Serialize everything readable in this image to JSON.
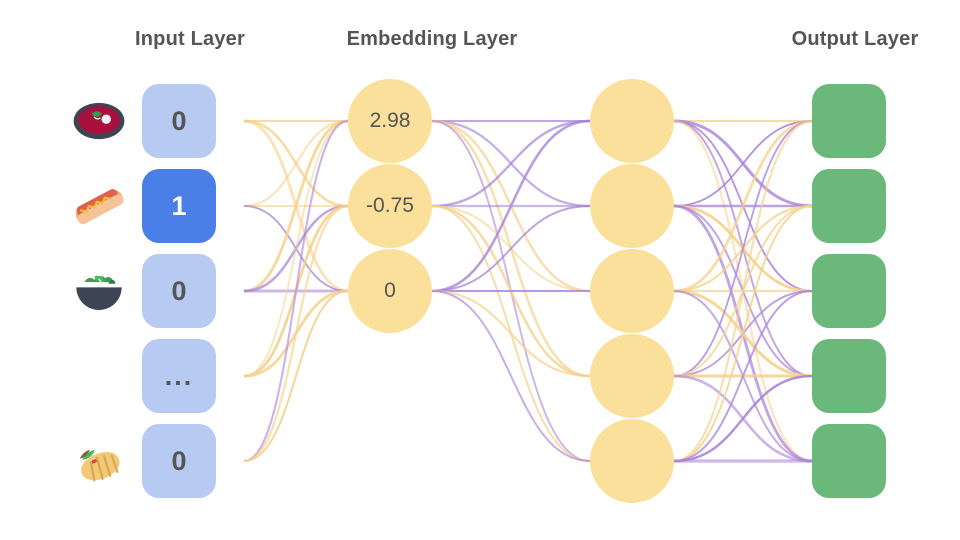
{
  "titles": {
    "input": "Input Layer",
    "embedding": "Embedding Layer",
    "output": "Output Layer"
  },
  "colors": {
    "input_box": "#b6caf2",
    "input_box_active": "#4a7fe8",
    "node_circle": "#fae09b",
    "output_box": "#6ab97a",
    "edge_purple": "#a883d8",
    "edge_yellow": "#f5d08a",
    "text": "#555555",
    "background": "#ffffff"
  },
  "input_layer": {
    "rows": [
      {
        "icon": "beet-soup-bowl-icon",
        "value": "0",
        "active": false
      },
      {
        "icon": "hot-dog-icon",
        "value": "1",
        "active": true
      },
      {
        "icon": "green-salad-bowl-icon",
        "value": "0",
        "active": false
      },
      {
        "icon": "",
        "value": "...",
        "active": false
      },
      {
        "icon": "burrito-icon",
        "value": "0",
        "active": false
      }
    ]
  },
  "embedding_layer": {
    "nodes": [
      {
        "value": "2.98"
      },
      {
        "value": "-0.75"
      },
      {
        "value": "0"
      }
    ]
  },
  "hidden_layer": {
    "nodes": [
      {
        "value": ""
      },
      {
        "value": ""
      },
      {
        "value": ""
      },
      {
        "value": ""
      },
      {
        "value": ""
      }
    ]
  },
  "output_layer": {
    "nodes": [
      {
        "value": ""
      },
      {
        "value": ""
      },
      {
        "value": ""
      },
      {
        "value": ""
      },
      {
        "value": ""
      }
    ]
  }
}
